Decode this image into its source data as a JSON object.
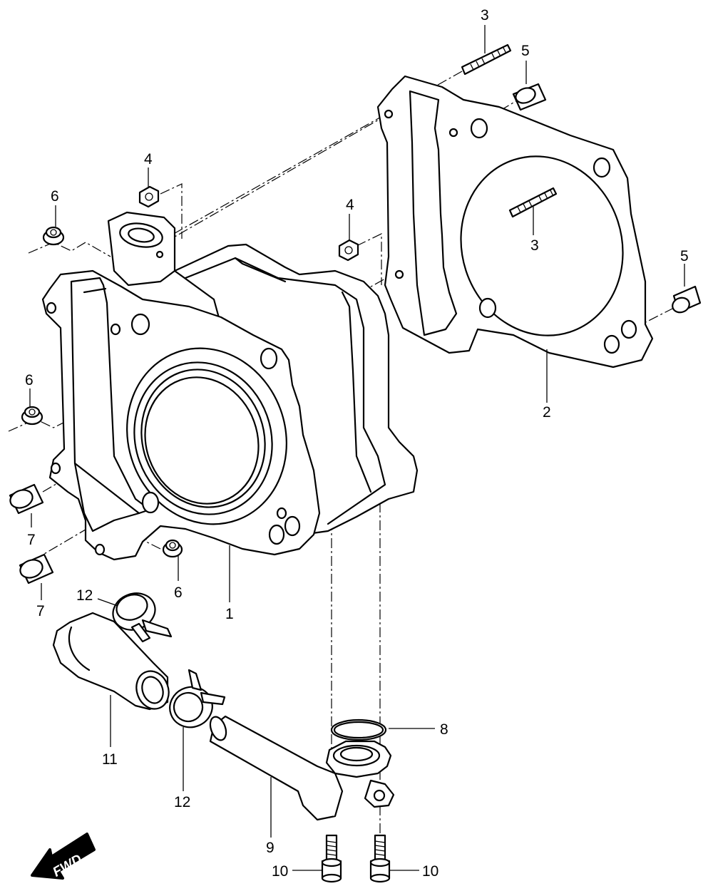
{
  "diagram": {
    "callouts": {
      "c1": "1",
      "c2": "2",
      "c3a": "3",
      "c3b": "3",
      "c4a": "4",
      "c4b": "4",
      "c5a": "5",
      "c5b": "5",
      "c6a": "6",
      "c6b": "6",
      "c6c": "6",
      "c7a": "7",
      "c7b": "7",
      "c8": "8",
      "c9": "9",
      "c10a": "10",
      "c10b": "10",
      "c11": "11",
      "c12a": "12",
      "c12b": "12"
    },
    "fwd_label": "FWD"
  }
}
